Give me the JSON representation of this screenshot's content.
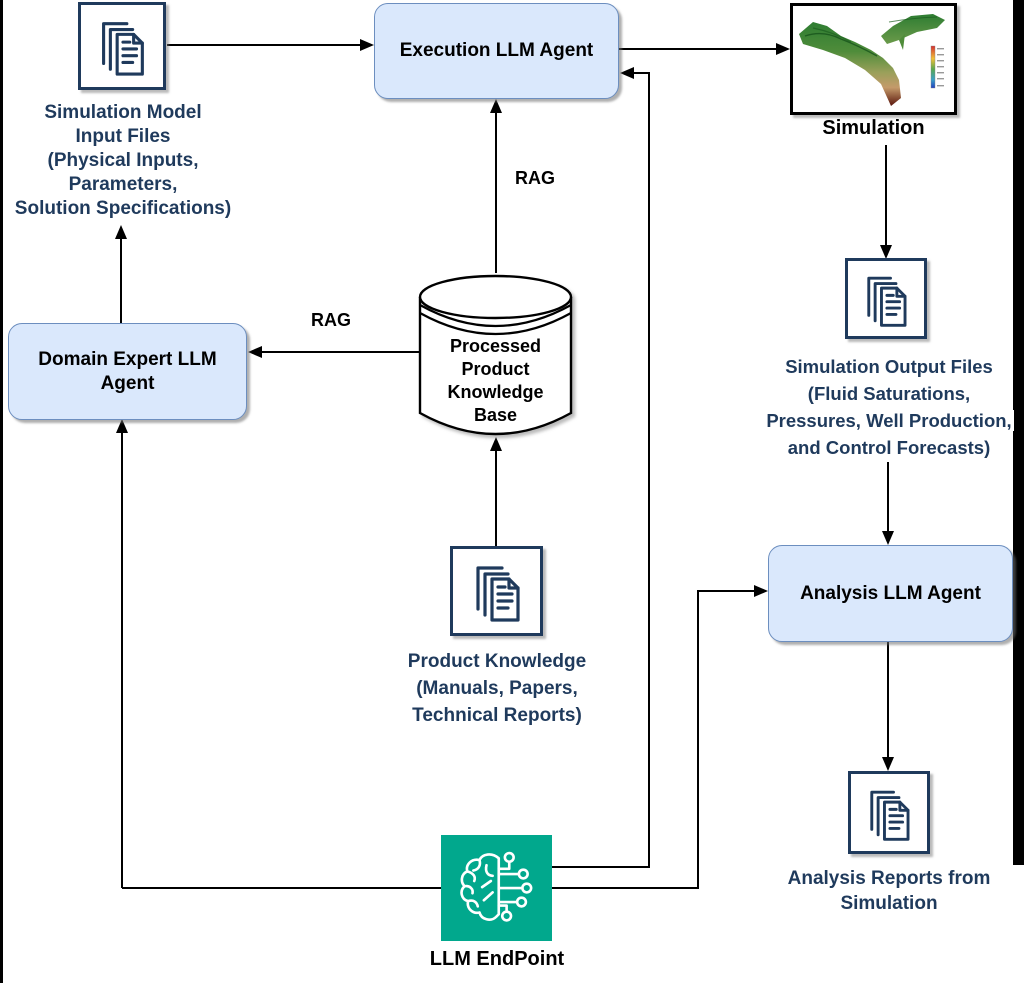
{
  "diagram": {
    "title": "Multi-agent LLM reservoir simulation workflow",
    "nodes": {
      "input_files": {
        "icon": "documents-icon",
        "label_lines": [
          "Simulation Model",
          "Input Files",
          "(Physical Inputs,",
          "Parameters,",
          "Solution Specifications)"
        ]
      },
      "execution_agent": {
        "label": "Execution LLM Agent"
      },
      "simulation": {
        "icon": "simulation-3d-model-image",
        "label": "Simulation"
      },
      "domain_agent": {
        "label_lines": [
          "Domain Expert LLM",
          "Agent"
        ]
      },
      "knowledge_base": {
        "icon": "database-cylinder-icon",
        "label_lines": [
          "Processed",
          "Product",
          "Knowledge",
          "Base"
        ]
      },
      "product_knowledge": {
        "icon": "documents-icon",
        "label_lines": [
          "Product Knowledge",
          "(Manuals, Papers,",
          "Technical Reports)"
        ]
      },
      "output_files": {
        "icon": "documents-icon",
        "label_lines": [
          "Simulation Output Files",
          "(Fluid Saturations,",
          "Pressures, Well Production,",
          "and Control Forecasts)"
        ]
      },
      "analysis_agent": {
        "label": "Analysis LLM Agent"
      },
      "analysis_reports": {
        "icon": "documents-icon",
        "label_lines": [
          "Analysis Reports from",
          "Simulation"
        ]
      },
      "llm_endpoint": {
        "icon": "brain-circuit-icon",
        "label": "LLM EndPoint"
      }
    },
    "edge_labels": {
      "rag_vertical": "RAG",
      "rag_horizontal": "RAG"
    },
    "edges": [
      {
        "from": "input_files",
        "to": "execution_agent"
      },
      {
        "from": "execution_agent",
        "to": "simulation"
      },
      {
        "from": "simulation",
        "to": "output_files"
      },
      {
        "from": "output_files",
        "to": "analysis_agent"
      },
      {
        "from": "analysis_agent",
        "to": "analysis_reports"
      },
      {
        "from": "knowledge_base",
        "to": "execution_agent",
        "label": "RAG"
      },
      {
        "from": "knowledge_base",
        "to": "domain_agent",
        "label": "RAG"
      },
      {
        "from": "product_knowledge",
        "to": "knowledge_base"
      },
      {
        "from": "domain_agent",
        "to": "input_files"
      },
      {
        "from": "llm_endpoint",
        "to": "execution_agent"
      },
      {
        "from": "llm_endpoint",
        "to": "domain_agent"
      },
      {
        "from": "llm_endpoint",
        "to": "analysis_agent"
      }
    ],
    "colors": {
      "agent_fill": "#dae8fc",
      "agent_border": "#6c8ebf",
      "doc_icon_stroke": "#1f3a5c",
      "doc_label_text": "#1f3a5c",
      "endpoint_green": "#01a88d",
      "line": "#000000"
    }
  }
}
